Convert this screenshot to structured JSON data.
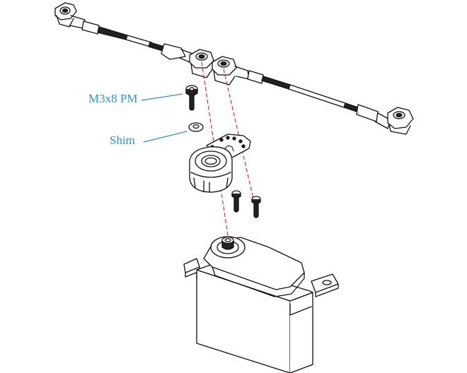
{
  "labels": {
    "screw": "M3x8 PM",
    "shim": "Shim"
  },
  "colors": {
    "label": "#2f8fd8",
    "guide_line": "#e02020",
    "ink": "#111111",
    "fill_dark": "#222222",
    "fill_light": "#ffffff"
  },
  "parts": [
    "left-ball-end",
    "left-threaded-rod",
    "left-rod-end",
    "center-linkage-rod",
    "center-ball-links",
    "right-threaded-rod",
    "right-ball-end",
    "m3x8-screw",
    "shim-washer",
    "servo-horn",
    "horn-screws",
    "servo"
  ]
}
